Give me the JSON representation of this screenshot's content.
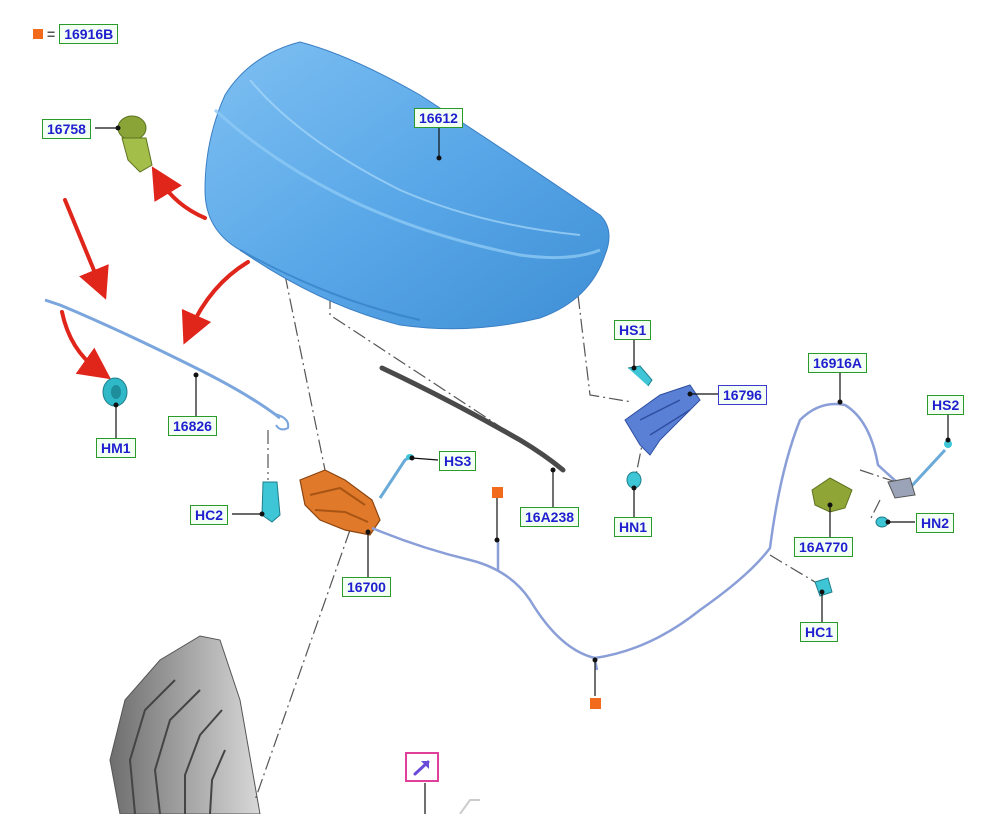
{
  "legend": {
    "equals": "=",
    "label": "16916B"
  },
  "callouts": [
    {
      "id": "c-16612",
      "label": "16612"
    },
    {
      "id": "c-16758",
      "label": "16758"
    },
    {
      "id": "c-16826",
      "label": "16826"
    },
    {
      "id": "c-hm1",
      "label": "HM1"
    },
    {
      "id": "c-hc2",
      "label": "HC2"
    },
    {
      "id": "c-16700",
      "label": "16700"
    },
    {
      "id": "c-hs3",
      "label": "HS3"
    },
    {
      "id": "c-16a238",
      "label": "16A238"
    },
    {
      "id": "c-hs1",
      "label": "HS1"
    },
    {
      "id": "c-16796",
      "label": "16796"
    },
    {
      "id": "c-hn1",
      "label": "HN1"
    },
    {
      "id": "c-16916a",
      "label": "16916A"
    },
    {
      "id": "c-hs2",
      "label": "HS2"
    },
    {
      "id": "c-16a770",
      "label": "16A770"
    },
    {
      "id": "c-hn2",
      "label": "HN2"
    },
    {
      "id": "c-hc1",
      "label": "HC1"
    }
  ],
  "colors": {
    "hood": "#5aa8e8",
    "callout_border": "#2a9a2a",
    "callout_text": "#1f1fd0",
    "arrow": "#e0251b",
    "orange_marker": "#f26a1b",
    "nav_border": "#e0409a"
  }
}
